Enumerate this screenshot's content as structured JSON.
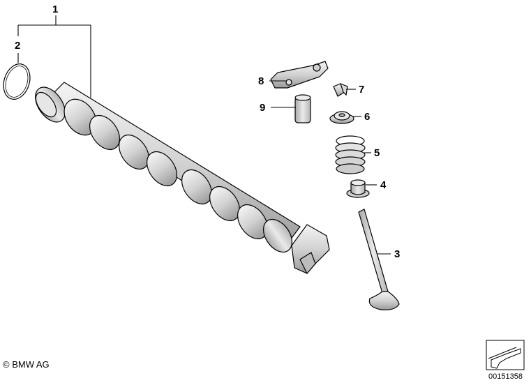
{
  "copyright": "© BMW AG",
  "diagram_id": "00151358",
  "callouts": {
    "p1": "1",
    "p2": "2",
    "p3": "3",
    "p4": "4",
    "p5": "5",
    "p6": "6",
    "p7": "7",
    "p8": "8",
    "p9": "9"
  }
}
